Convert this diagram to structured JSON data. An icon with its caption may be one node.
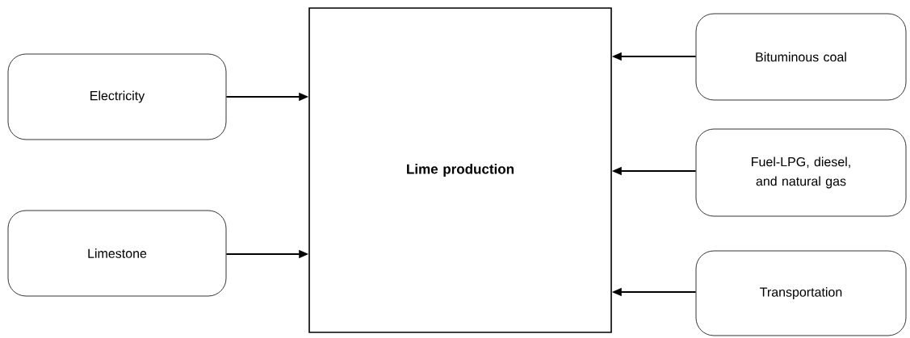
{
  "diagram": {
    "nodes": [
      {
        "text": [
          "Electricity"
        ]
      },
      {
        "text": [
          "Limestone"
        ]
      },
      {
        "text": [
          "Lime production"
        ]
      },
      {
        "text": [
          "Bituminous coal"
        ]
      },
      {
        "text": [
          "Fuel-LPG, diesel, and natural gas"
        ]
      },
      {
        "text": [
          "Transportation"
        ]
      }
    ],
    "edges": [
      {
        "from": 0,
        "to": 2,
        "arrow": "to"
      },
      {
        "from": 1,
        "to": 2,
        "arrow": "to"
      },
      {
        "from": 3,
        "to": 2,
        "arrow": "to"
      },
      {
        "from": 4,
        "to": 2,
        "arrow": "to"
      },
      {
        "from": 5,
        "to": 2,
        "arrow": "to"
      }
    ]
  }
}
